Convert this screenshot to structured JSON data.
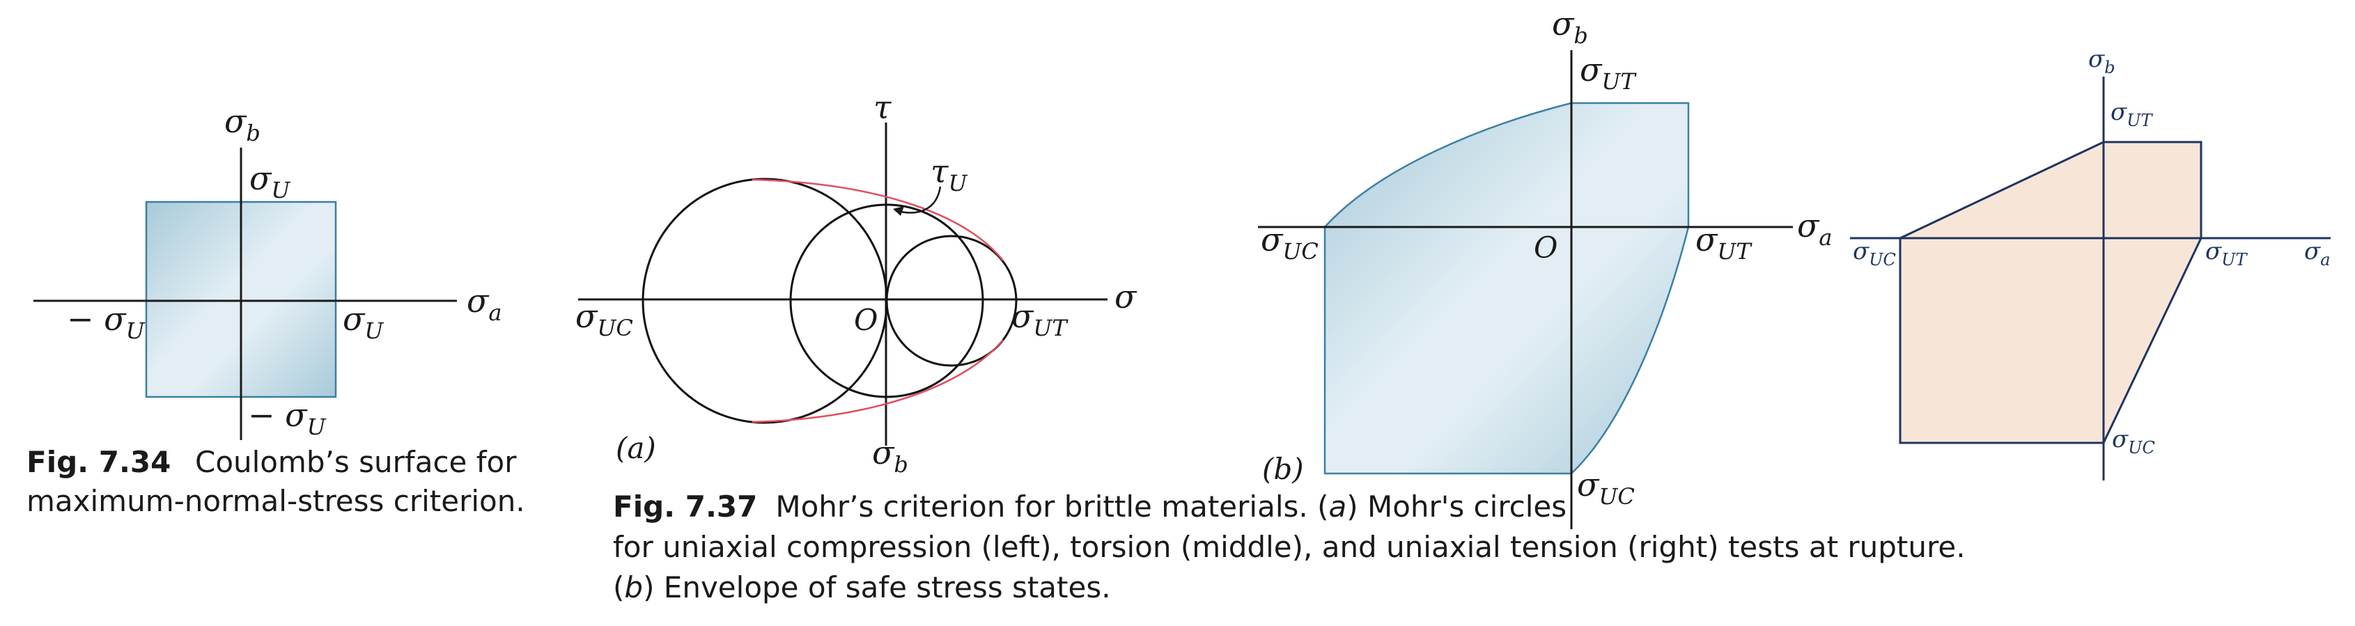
{
  "colors": {
    "region_fill_light": "#e2eef4",
    "region_fill_dark": "#a8cad9",
    "region_stroke": "#3b7fa6",
    "mohr_envelope": "#e05060",
    "safe_region_fill": "#f7e6d8",
    "safe_region_stroke": "#1f3560",
    "text": "#1a1a1a"
  },
  "fig734": {
    "axis_sigma_b": "σ",
    "axis_sigma_b_sub": "b",
    "axis_sigma_a": "σ",
    "axis_sigma_a_sub": "a",
    "label_top": "σ",
    "label_top_sub": "U",
    "label_right": "σ",
    "label_right_sub": "U",
    "label_left": "− σ",
    "label_left_sub": "U",
    "label_bottom": "− σ",
    "label_bottom_sub": "U",
    "caption_number": "Fig. 7.34",
    "caption_line1": "Coulomb’s surface for",
    "caption_line2": "maximum-normal-stress criterion."
  },
  "fig737a": {
    "axis_tau": "τ",
    "axis_sigma": "σ",
    "label_tau_u": "τ",
    "label_tau_u_sub": "U",
    "label_origin": "O",
    "label_uc": "σ",
    "label_uc_sub": "UC",
    "label_ut": "σ",
    "label_ut_sub": "UT",
    "label_sigma_b": "σ",
    "label_sigma_b_sub": "b",
    "panel_label": "(a)"
  },
  "fig737b": {
    "axis_sigma_b": "σ",
    "axis_sigma_b_sub": "b",
    "axis_sigma_a": "σ",
    "axis_sigma_a_sub": "a",
    "label_top": "σ",
    "label_top_sub": "UT",
    "label_right": "σ",
    "label_right_sub": "UT",
    "label_left": "σ",
    "label_left_sub": "UC",
    "label_bottom": "σ",
    "label_bottom_sub": "UC",
    "label_origin": "O",
    "panel_label": "(b)"
  },
  "fig_right": {
    "axis_sigma_b": "σ",
    "axis_sigma_b_sub": "b",
    "axis_sigma_a": "σ",
    "axis_sigma_a_sub": "a",
    "label_top": "σ",
    "label_top_sub": "UT",
    "label_right": "σ",
    "label_right_sub": "UT",
    "label_left": "σ",
    "label_left_sub": "UC",
    "label_bottom": "σ",
    "label_bottom_sub": "UC"
  },
  "caption737": {
    "number": "Fig. 7.37",
    "line1_a": "Mohr’s criterion for brittle materials. (",
    "line1_a_ital": "a",
    "line1_b": ") Mohr's circles",
    "line2": "for uniaxial compression (left), torsion (middle), and uniaxial  tension (right) tests at rupture.",
    "line3_ital": "b",
    "line3_open": "(",
    "line3_rest": ") Envelope of safe stress states."
  }
}
